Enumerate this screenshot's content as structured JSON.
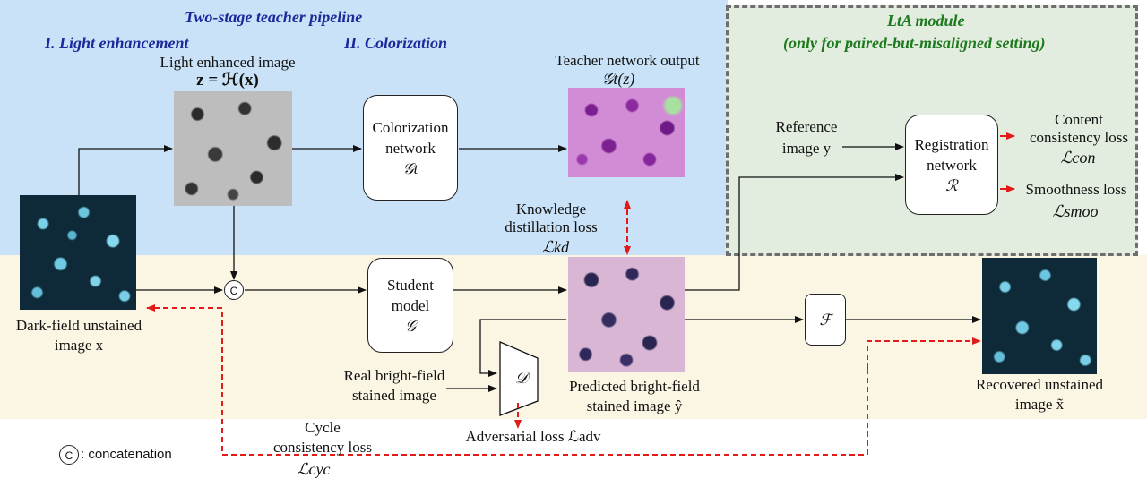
{
  "colors": {
    "teacher_bg": "#c9e2f7",
    "student_bg": "#fbf6e4",
    "lta_bg": "#e2ecdf",
    "lta_border": "#6e6e6e",
    "header_blue": "#1a2a9a",
    "header_green": "#1e7a1e",
    "loss_arrow": "#e11a1a"
  },
  "headers": {
    "teacher_pipeline": "Two-stage teacher pipeline",
    "stage1": "I. Light enhancement",
    "stage2": "II. Colorization",
    "lta_title": "LtA module",
    "lta_subtitle": "(only for paired-but-misaligned setting)"
  },
  "images": {
    "enhanced_caption": "Light enhanced image",
    "enhanced_formula": "z = ℋ(x)",
    "teacher_out_caption": "Teacher network output",
    "teacher_out_formula": "𝒢t(z)",
    "input_caption_1": "Dark-field unstained",
    "input_caption_2": "image x",
    "pred_caption_1": "Predicted bright-field",
    "pred_caption_2": "stained image ŷ",
    "recovered_caption_1": "Recovered unstained",
    "recovered_caption_2": "image x̃"
  },
  "modules": {
    "colorization": [
      "Colorization",
      "network",
      "𝒢t"
    ],
    "student": [
      "Student",
      "model",
      "𝒢"
    ],
    "registration": [
      "Registration",
      "network",
      "ℛ"
    ],
    "discriminator": "𝒟",
    "inverse": "ℱ",
    "concat_symbol": "C"
  },
  "labels": {
    "reference_1": "Reference",
    "reference_2": "image y",
    "real_bf_1": "Real bright-field",
    "real_bf_2": "stained image",
    "kd_1": "Knowledge",
    "kd_2": "distillation loss",
    "kd_sym": "ℒkd",
    "content_1": "Content",
    "content_2": "consistency loss",
    "content_sym": "ℒcon",
    "smooth_1": "Smoothness loss",
    "smooth_sym": "ℒsmoo",
    "adv": "Adversarial loss ℒadv",
    "cycle_1": "Cycle",
    "cycle_2": "consistency loss",
    "cycle_sym": "ℒcyc",
    "concat_legend": ": concatenation"
  }
}
